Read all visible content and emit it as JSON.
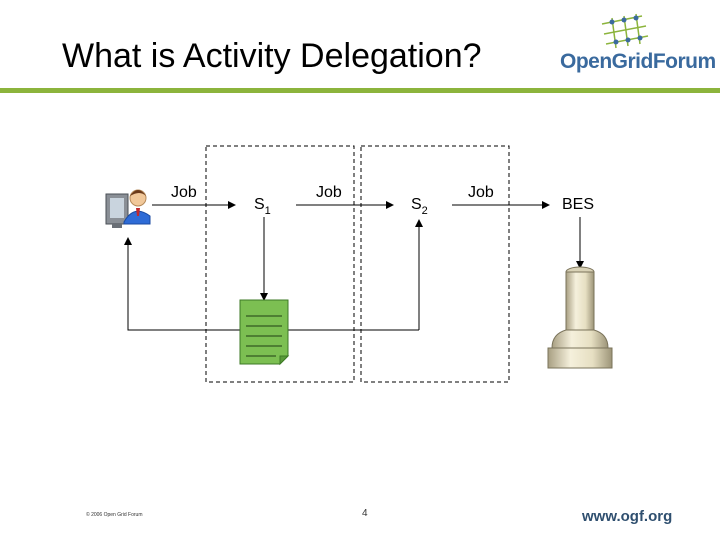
{
  "header": {
    "title": "What is Activity Delegation?"
  },
  "logo": {
    "text": "OpenGridForum"
  },
  "diagram": {
    "job_label_1": "Job",
    "job_label_2": "Job",
    "job_label_3": "Job",
    "s1_label": "S",
    "s1_sub": "1",
    "s2_label": "S",
    "s2_sub": "2",
    "bes_label": "BES"
  },
  "footer": {
    "copyright": "© 2006 Open Grid Forum",
    "page_number": "4",
    "url": "www.ogf.org"
  },
  "colors": {
    "accent_green": "#8cb43c",
    "brand_blue": "#3a6a9e",
    "document_green": "#7cbf52"
  }
}
